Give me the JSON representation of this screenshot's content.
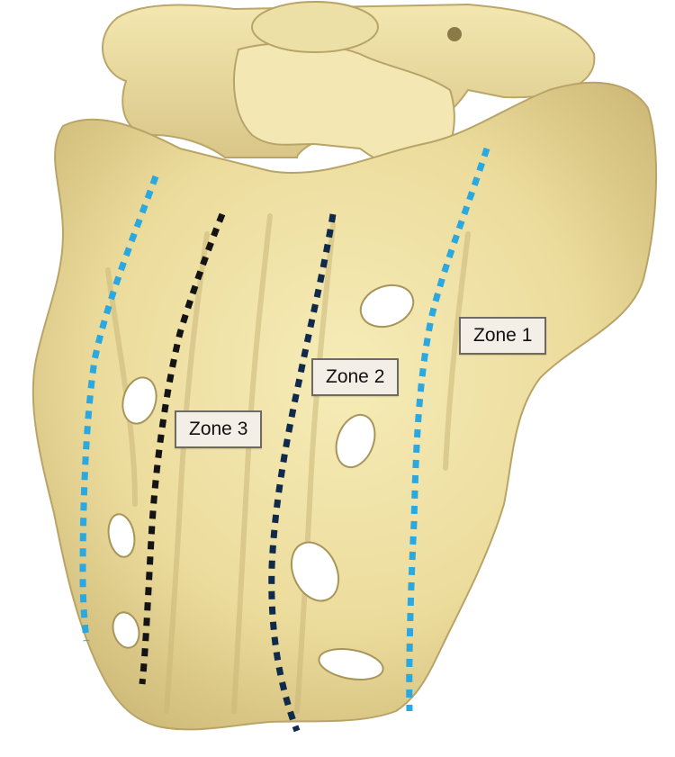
{
  "zones": [
    {
      "label": "Zone 1",
      "color": "#2aa8df"
    },
    {
      "label": "Zone 2",
      "color": "#0f2a4a"
    },
    {
      "label": "Zone 3",
      "color": "#141414"
    }
  ],
  "colors": {
    "bone": "#efe2a4",
    "bone_shadow": "#c9b777",
    "bone_dark": "#a8955a",
    "foramen": "#ffffff",
    "label_bg": "#f4efe6",
    "label_border": "#6e6a63"
  }
}
